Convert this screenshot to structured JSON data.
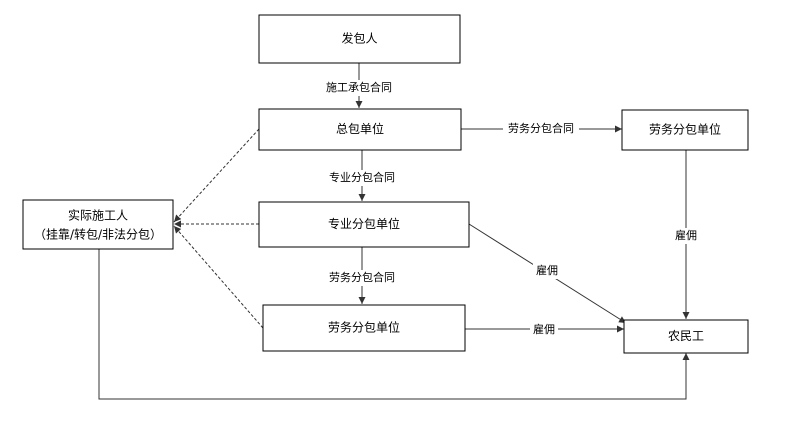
{
  "nodes": {
    "employer": {
      "label": "发包人"
    },
    "general_contractor": {
      "label": "总包单位"
    },
    "specialty_subcontractor": {
      "label": "专业分包单位"
    },
    "labor_subcontractor_mid": {
      "label": "劳务分包单位"
    },
    "labor_subcontractor_right": {
      "label": "劳务分包单位"
    },
    "actual_builder": {
      "label_line1": "实际施工人",
      "label_line2": "（挂靠/转包/非法分包）"
    },
    "migrant_workers": {
      "label": "农民工"
    }
  },
  "edges": {
    "construction_contract": {
      "label": "施工承包合同"
    },
    "specialty_contract": {
      "label": "专业分包合同"
    },
    "labor_contract_mid": {
      "label": "劳务分包合同"
    },
    "labor_contract_right": {
      "label": "劳务分包合同"
    },
    "hire_right": {
      "label": "雇佣"
    },
    "hire_diagonal": {
      "label": "雇佣"
    },
    "hire_bottom": {
      "label": "雇佣"
    }
  },
  "colors": {
    "line": "#333333",
    "box_stroke": "#000000",
    "background": "#ffffff"
  }
}
